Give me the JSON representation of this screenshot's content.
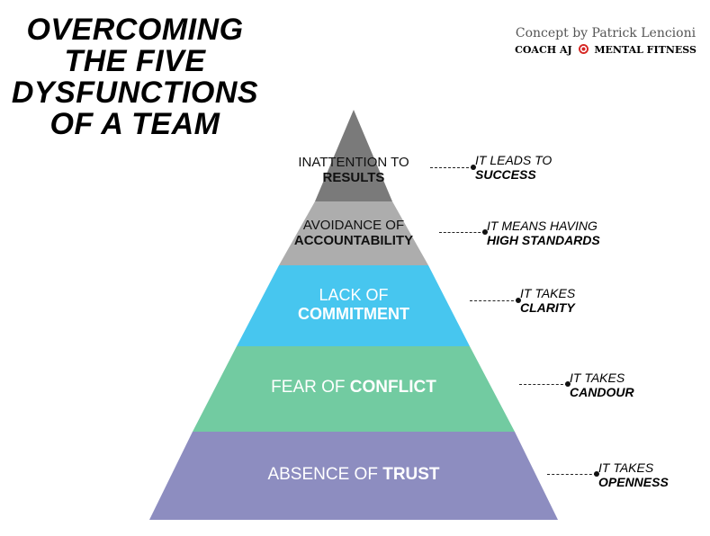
{
  "title": [
    "OVERCOMING",
    "THE FIVE",
    "DYSFUNCTIONS",
    "OF A TEAM"
  ],
  "credit": {
    "line1": "Concept by Patrick Lencioni",
    "line2_left": "COACH AJ",
    "line2_right": "MENTAL FITNESS",
    "icon": "target-icon"
  },
  "levels": [
    {
      "light": "INATTENTION TO",
      "bold": "RESULTS",
      "color": "#7a7a7a",
      "text_color": "#111111",
      "callout": {
        "line1": "IT LEADS TO",
        "line2": "SUCCESS"
      }
    },
    {
      "light": "AVOIDANCE OF",
      "bold": "ACCOUNTABILITY",
      "color": "#adadad",
      "text_color": "#111111",
      "callout": {
        "line1": "IT MEANS HAVING",
        "line2": "HIGH STANDARDS"
      }
    },
    {
      "light": "LACK OF",
      "bold": "COMMITMENT",
      "color": "#47c6ef",
      "text_color": "#ffffff",
      "callout": {
        "line1": "IT TAKES",
        "line2": "CLARITY"
      }
    },
    {
      "light": "FEAR OF ",
      "bold": "CONFLICT",
      "color": "#72cba1",
      "text_color": "#ffffff",
      "callout": {
        "line1": "IT TAKES",
        "line2": "CANDOUR"
      }
    },
    {
      "light": "ABSENCE OF ",
      "bold": "TRUST",
      "color": "#8d8dc0",
      "text_color": "#ffffff",
      "callout": {
        "line1": "IT TAKES",
        "line2": "OPENNESS"
      }
    }
  ]
}
